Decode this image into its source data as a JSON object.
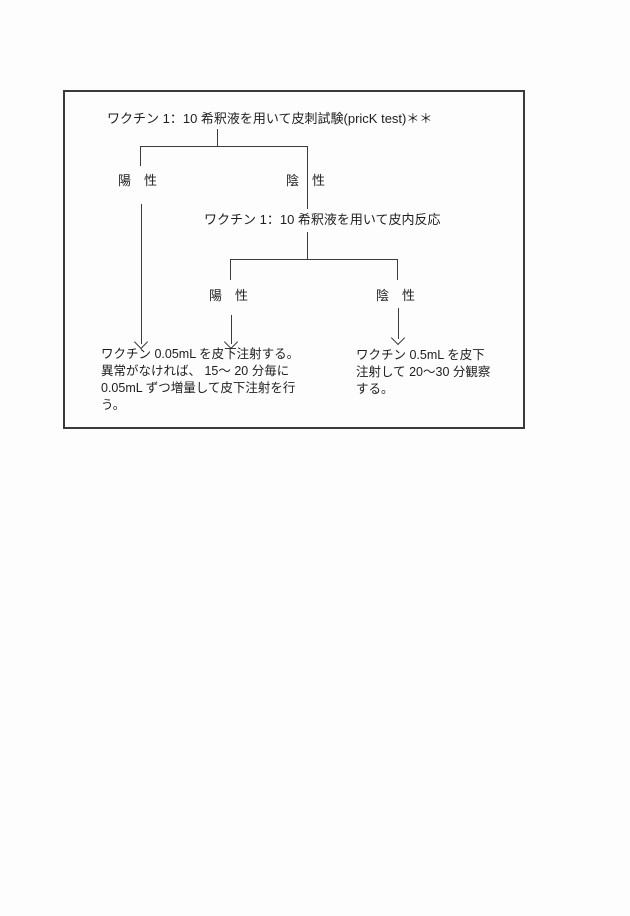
{
  "page": {
    "background_color": "#fdfdfd",
    "text_color": "#1e1e1e",
    "line_color": "#3c3c3c"
  },
  "flowchart": {
    "nodes": {
      "prick_test": "ワクチン 1：10 希釈液を用いて皮刺試験(pricK  test)＊＊",
      "prick_positive": "陽　性",
      "prick_negative": "陰　性",
      "intradermal_test": "ワクチン 1：10 希釈液を用いて皮内反応",
      "intradermal_positive": "陽　性",
      "intradermal_negative": "陰　性",
      "outcome_increment": "ワクチン 0.05mL を皮下注射する。\n異常がなければ、 15～ 20 分毎に\n0.05mL ずつ増量して皮下注射を行\nう。",
      "outcome_observe": "ワクチン 0.5mL を皮下\n注射して 20～30 分観察\nする。"
    }
  }
}
